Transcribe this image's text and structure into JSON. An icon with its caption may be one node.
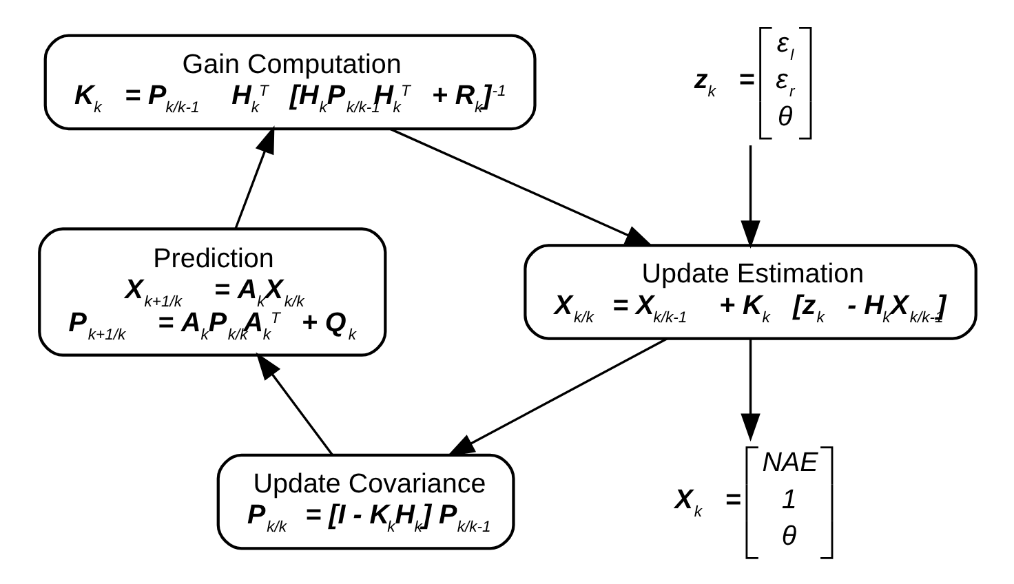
{
  "diagram": {
    "nodes": [
      {
        "text": [
          "Gain Computation",
          "K$_{k}$ = P$_{k/k-1}$ H$_{k}$$^{T}$ [H$_{k}$P$_{k/k-1}$H$_{k}$$^{T}$ + R$_{k}$]$^{-1}$"
        ]
      },
      {
        "text": [
          "Update Estimation",
          "X$_{k/k}$ = X$_{k/k-1}$ + K$_{k}$ [z$_{k}$ - H$_{k}$X$_{k/k-1}$]"
        ]
      },
      {
        "text": [
          "Update Covariance",
          "P$_{k/k}$ = [I - K$_{k}$H$_{k}$] P$_{k/k-1}$"
        ]
      },
      {
        "text": [
          "Prediction",
          "X$_{k+1/k}$ = A$_{k}$X$_{k/k}$",
          "P$_{k+1/k}$ = A$_{k}$P$_{k/k}$A$_{k}$$^{T}$ + Q$_{k}$"
        ]
      },
      {
        "text": [
          "z$_{k}$ =",
          "ε$_{l}$",
          "ε$_{r}$",
          "θ"
        ]
      },
      {
        "text": [
          "X$_{k}$ =",
          "NAE",
          "1",
          "θ"
        ]
      }
    ],
    "edges": [
      {
        "from": 0,
        "to": 1,
        "arrow": "to"
      },
      {
        "from": 1,
        "to": 2,
        "arrow": "to"
      },
      {
        "from": 2,
        "to": 3,
        "arrow": "to"
      },
      {
        "from": 3,
        "to": 0,
        "arrow": "to"
      },
      {
        "from": 4,
        "to": 1,
        "arrow": "to"
      },
      {
        "from": 1,
        "to": 5,
        "arrow": "to"
      }
    ]
  }
}
